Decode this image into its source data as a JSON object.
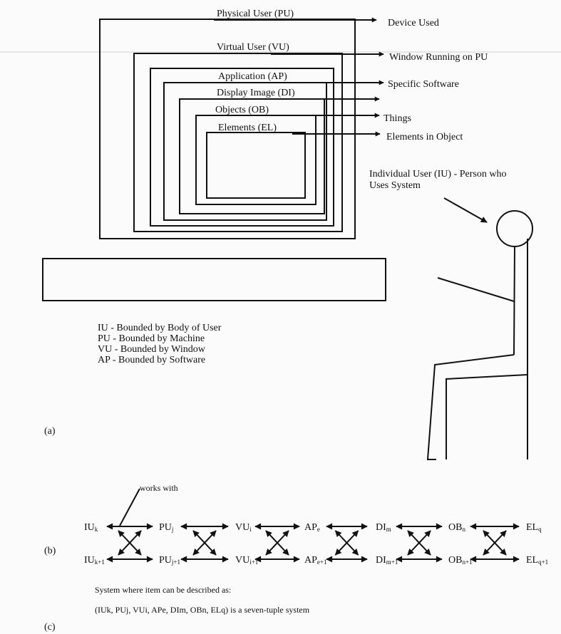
{
  "part_a": {
    "layers": [
      {
        "label": "Physical  User (PU)",
        "note": "Device Used"
      },
      {
        "label": "Virtual User (VU)",
        "note": "Window Running on PU"
      },
      {
        "label": "Application (AP)",
        "note": "Specific Software"
      },
      {
        "label": "Display Image (DI)",
        "note": ""
      },
      {
        "label": "Objects (OB)",
        "note": "Things"
      },
      {
        "label": "Elements (EL)",
        "note": "Elements in  Object"
      }
    ],
    "individual_user": [
      "Individual User  (IU) - Person who",
      "Uses System"
    ],
    "bounds": [
      "IU - Bounded by Body of User",
      "PU - Bounded by Machine",
      "VU - Bounded by Window",
      "AP - Bounded by Software"
    ],
    "panel_label": "(a)"
  },
  "part_b": {
    "works_with": "works with",
    "top_row": [
      {
        "base": "IU",
        "sub": "k"
      },
      {
        "base": "PU",
        "sub": "j"
      },
      {
        "base": "VU",
        "sub": "i"
      },
      {
        "base": "AP",
        "sub": "e"
      },
      {
        "base": "DI",
        "sub": "m"
      },
      {
        "base": "OB",
        "sub": "n"
      },
      {
        "base": "EL",
        "sub": "q"
      }
    ],
    "bottom_row": [
      {
        "base": "IU",
        "sub": "k+1"
      },
      {
        "base": "PU",
        "sub": "j+1"
      },
      {
        "base": "VU",
        "sub": "i+1"
      },
      {
        "base": "AP",
        "sub": "e+1"
      },
      {
        "base": "DI",
        "sub": "m+1"
      },
      {
        "base": "OB",
        "sub": "n+1"
      },
      {
        "base": "EL",
        "sub": "q+1"
      }
    ],
    "panel_label": "(b)"
  },
  "part_c": {
    "line1": "System where item can be described as:",
    "line2": "(IUk, PUj, VUi, APe, DIm, OBn, ELq) is a seven-tuple system",
    "panel_label": "(c)"
  }
}
